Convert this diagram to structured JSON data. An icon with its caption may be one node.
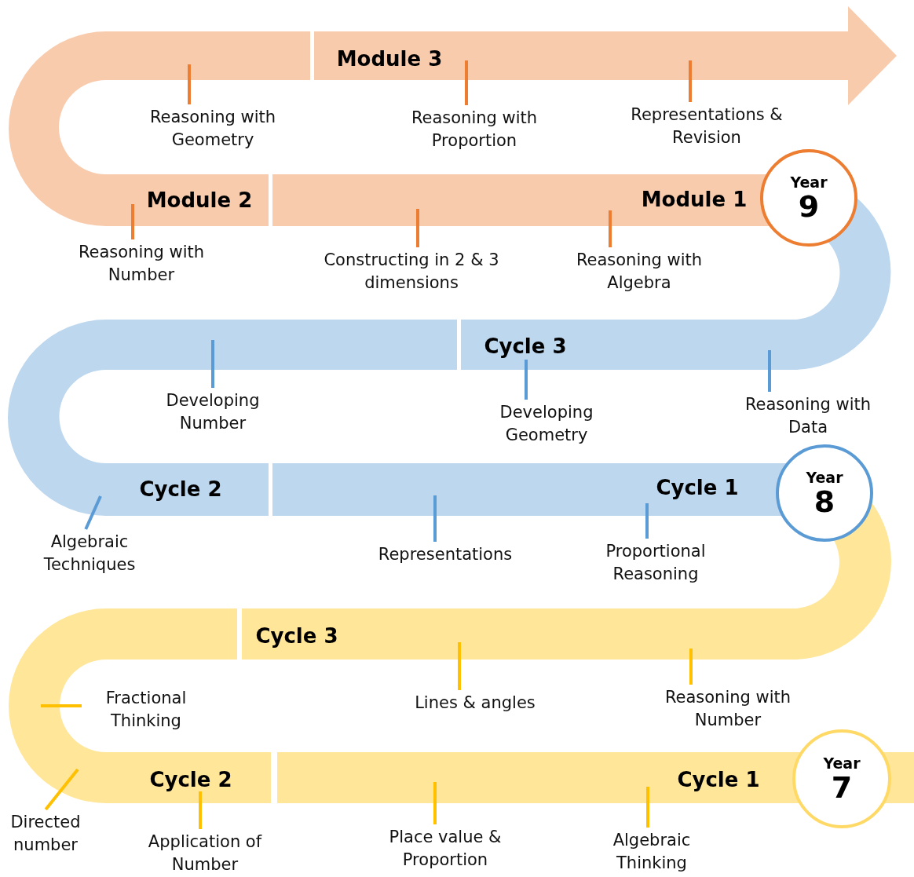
{
  "diagram": {
    "nodes": [
      {
        "text": [
          "Module 3"
        ]
      },
      {
        "text": [
          "Reasoning with Geometry"
        ]
      },
      {
        "text": [
          "Reasoning with Proportion"
        ]
      },
      {
        "text": [
          "Representations & Revision"
        ]
      },
      {
        "text": [
          "Module 2"
        ]
      },
      {
        "text": [
          "Module 1"
        ]
      },
      {
        "text": [
          "Year",
          "9"
        ]
      },
      {
        "text": [
          "Reasoning with Number"
        ]
      },
      {
        "text": [
          "Constructing in 2 & 3 dimensions"
        ]
      },
      {
        "text": [
          "Reasoning with Algebra"
        ]
      },
      {
        "text": [
          "Cycle 3"
        ]
      },
      {
        "text": [
          "Developing Number"
        ]
      },
      {
        "text": [
          "Developing Geometry"
        ]
      },
      {
        "text": [
          "Reasoning with Data"
        ]
      },
      {
        "text": [
          "Cycle 2"
        ]
      },
      {
        "text": [
          "Cycle 1"
        ]
      },
      {
        "text": [
          "Year",
          "8"
        ]
      },
      {
        "text": [
          "Algebraic Techniques"
        ]
      },
      {
        "text": [
          "Representations"
        ]
      },
      {
        "text": [
          "Proportional Reasoning"
        ]
      },
      {
        "text": [
          "Cycle 3"
        ]
      },
      {
        "text": [
          "Fractional Thinking"
        ]
      },
      {
        "text": [
          "Lines & angles"
        ]
      },
      {
        "text": [
          "Reasoning with Number"
        ]
      },
      {
        "text": [
          "Cycle 2"
        ]
      },
      {
        "text": [
          "Cycle 1"
        ]
      },
      {
        "text": [
          "Year",
          "7"
        ]
      },
      {
        "text": [
          "Directed number"
        ]
      },
      {
        "text": [
          "Application of Number"
        ]
      },
      {
        "text": [
          "Place value & Proportion"
        ]
      },
      {
        "text": [
          "Algebraic Thinking"
        ]
      }
    ],
    "edges": [
      {
        "from": 1,
        "to": 4,
        "arrow": "none",
        "color": "#ed7d31"
      },
      {
        "from": 2,
        "to": 0,
        "arrow": "none",
        "color": "#ed7d31"
      },
      {
        "from": 3,
        "to": 0,
        "arrow": "none",
        "color": "#ed7d31"
      },
      {
        "from": 7,
        "to": 4,
        "arrow": "none",
        "color": "#ed7d31"
      },
      {
        "from": 8,
        "to": 5,
        "arrow": "none",
        "color": "#ed7d31"
      },
      {
        "from": 9,
        "to": 5,
        "arrow": "none",
        "color": "#ed7d31"
      },
      {
        "from": 11,
        "to": 14,
        "arrow": "none",
        "color": "#5b9bd5"
      },
      {
        "from": 12,
        "to": 10,
        "arrow": "none",
        "color": "#5b9bd5"
      },
      {
        "from": 13,
        "to": 10,
        "arrow": "none",
        "color": "#5b9bd5"
      },
      {
        "from": 17,
        "to": 14,
        "arrow": "none",
        "color": "#5b9bd5"
      },
      {
        "from": 18,
        "to": 15,
        "arrow": "none",
        "color": "#5b9bd5"
      },
      {
        "from": 19,
        "to": 15,
        "arrow": "none",
        "color": "#5b9bd5"
      },
      {
        "from": 21,
        "to": 24,
        "arrow": "none",
        "color": "#ffc000"
      },
      {
        "from": 22,
        "to": 20,
        "arrow": "none",
        "color": "#ffc000"
      },
      {
        "from": 23,
        "to": 20,
        "arrow": "none",
        "color": "#ffc000"
      },
      {
        "from": 27,
        "to": 24,
        "arrow": "none",
        "color": "#ffc000"
      },
      {
        "from": 28,
        "to": 24,
        "arrow": "none",
        "color": "#ffc000"
      },
      {
        "from": 29,
        "to": 25,
        "arrow": "none",
        "color": "#ffc000"
      },
      {
        "from": 30,
        "to": 25,
        "arrow": "none",
        "color": "#ffc000"
      }
    ]
  }
}
